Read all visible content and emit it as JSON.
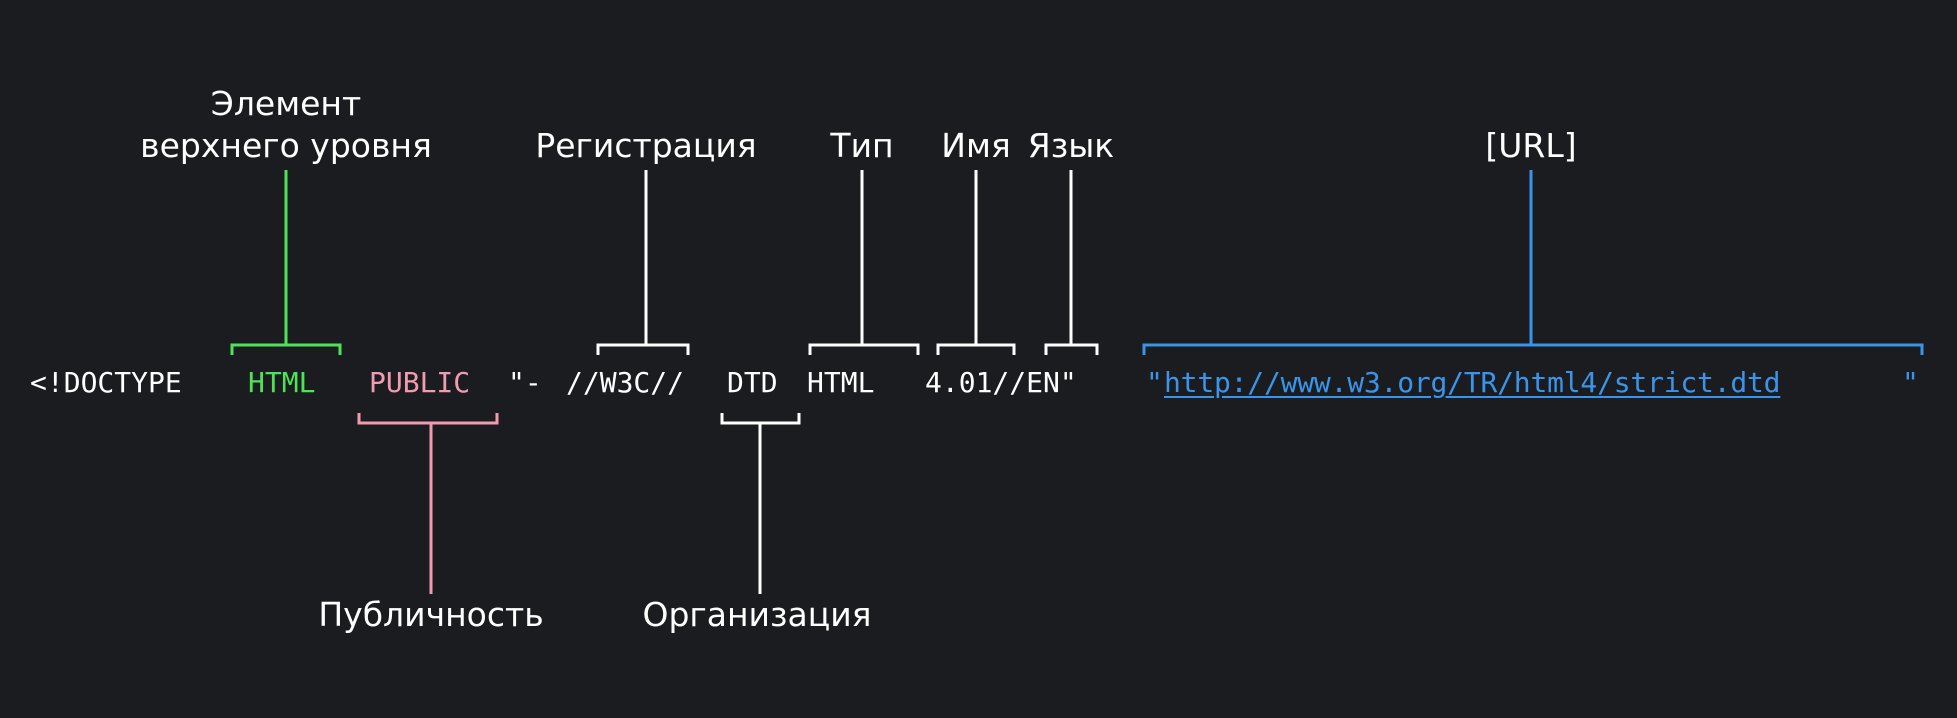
{
  "labels": {
    "top_level_line1": "Элемент",
    "top_level_line2": "верхнего уровня",
    "registration": "Регистрация",
    "type": "Тип",
    "name": "Имя",
    "language": "Язык",
    "url": "[URL]",
    "public": "Публичность",
    "organization": "Организация"
  },
  "code": {
    "doctype": "<!DOCTYPE",
    "html": "HTML",
    "public": "PUBLIC",
    "quote_dash": "\"-",
    "registration": "//W3C//",
    "dtd": "DTD",
    "type": "HTML",
    "version": "4.01//EN\"",
    "url_open_quote": "\"",
    "url": "http://www.w3.org/TR/html4/strict.dtd",
    "url_close_quote": "\""
  },
  "colors": {
    "background": "#1b1c20",
    "text": "#ffffff",
    "top_level": "#4ee357",
    "public": "#f19bb1",
    "url": "#3a95ea"
  }
}
